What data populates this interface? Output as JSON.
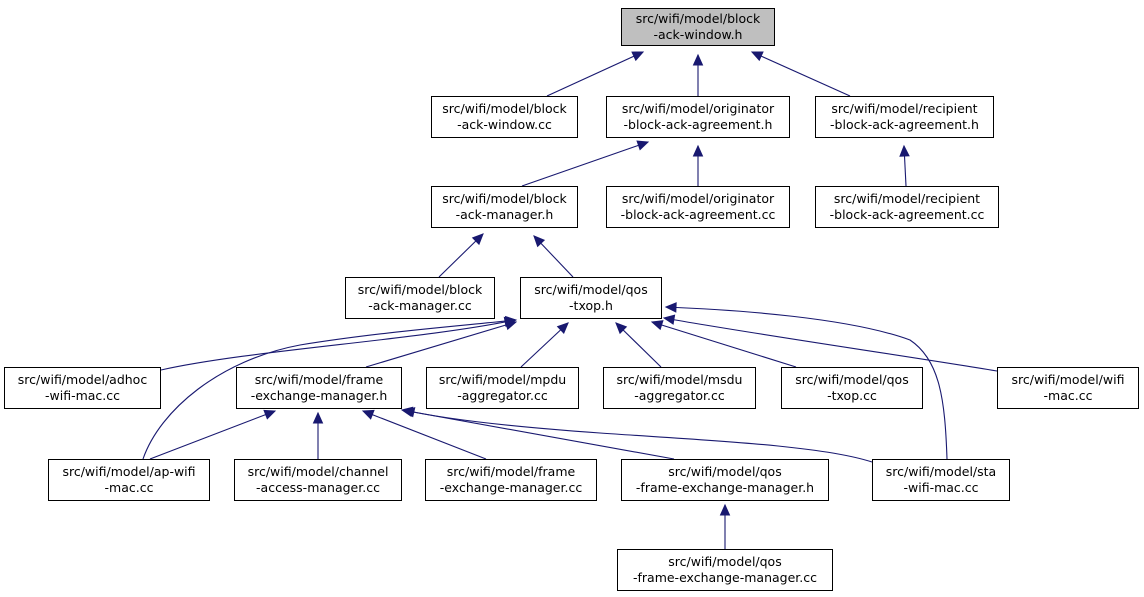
{
  "graph": {
    "edge_color": "#191970",
    "root_fill": "#bfbfbf",
    "nodes": [
      {
        "id": "n0",
        "name": "block-ack-window-h",
        "lines": [
          "src/wifi/model/block",
          "-ack-window.h"
        ],
        "root": true
      },
      {
        "id": "n1",
        "name": "block-ack-window-cc",
        "lines": [
          "src/wifi/model/block",
          "-ack-window.cc"
        ]
      },
      {
        "id": "n2",
        "name": "originator-block-ack-agreement-h",
        "lines": [
          "src/wifi/model/originator",
          "-block-ack-agreement.h"
        ]
      },
      {
        "id": "n3",
        "name": "recipient-block-ack-agreement-h",
        "lines": [
          "src/wifi/model/recipient",
          "-block-ack-agreement.h"
        ]
      },
      {
        "id": "n4",
        "name": "block-ack-manager-h",
        "lines": [
          "src/wifi/model/block",
          "-ack-manager.h"
        ]
      },
      {
        "id": "n5",
        "name": "originator-block-ack-agreement-cc",
        "lines": [
          "src/wifi/model/originator",
          "-block-ack-agreement.cc"
        ]
      },
      {
        "id": "n6",
        "name": "recipient-block-ack-agreement-cc",
        "lines": [
          "src/wifi/model/recipient",
          "-block-ack-agreement.cc"
        ]
      },
      {
        "id": "n7",
        "name": "block-ack-manager-cc",
        "lines": [
          "src/wifi/model/block",
          "-ack-manager.cc"
        ]
      },
      {
        "id": "n8",
        "name": "qos-txop-h",
        "lines": [
          "src/wifi/model/qos",
          "-txop.h"
        ]
      },
      {
        "id": "n9",
        "name": "adhoc-wifi-mac-cc",
        "lines": [
          "src/wifi/model/adhoc",
          "-wifi-mac.cc"
        ]
      },
      {
        "id": "n10",
        "name": "frame-exchange-manager-h",
        "lines": [
          "src/wifi/model/frame",
          "-exchange-manager.h"
        ]
      },
      {
        "id": "n11",
        "name": "mpdu-aggregator-cc",
        "lines": [
          "src/wifi/model/mpdu",
          "-aggregator.cc"
        ]
      },
      {
        "id": "n12",
        "name": "msdu-aggregator-cc",
        "lines": [
          "src/wifi/model/msdu",
          "-aggregator.cc"
        ]
      },
      {
        "id": "n13",
        "name": "qos-txop-cc",
        "lines": [
          "src/wifi/model/qos",
          "-txop.cc"
        ]
      },
      {
        "id": "n14",
        "name": "wifi-mac-cc",
        "lines": [
          "src/wifi/model/wifi",
          "-mac.cc"
        ]
      },
      {
        "id": "n15",
        "name": "ap-wifi-mac-cc",
        "lines": [
          "src/wifi/model/ap-wifi",
          "-mac.cc"
        ]
      },
      {
        "id": "n16",
        "name": "channel-access-manager-cc",
        "lines": [
          "src/wifi/model/channel",
          "-access-manager.cc"
        ]
      },
      {
        "id": "n17",
        "name": "frame-exchange-manager-cc",
        "lines": [
          "src/wifi/model/frame",
          "-exchange-manager.cc"
        ]
      },
      {
        "id": "n18",
        "name": "qos-frame-exchange-manager-h",
        "lines": [
          "src/wifi/model/qos",
          "-frame-exchange-manager.h"
        ]
      },
      {
        "id": "n19",
        "name": "sta-wifi-mac-cc",
        "lines": [
          "src/wifi/model/sta",
          "-wifi-mac.cc"
        ]
      },
      {
        "id": "n20",
        "name": "qos-frame-exchange-manager-cc",
        "lines": [
          "src/wifi/model/qos",
          "-frame-exchange-manager.cc"
        ]
      }
    ],
    "edges": [
      {
        "from": "n1",
        "to": "n0"
      },
      {
        "from": "n2",
        "to": "n0"
      },
      {
        "from": "n3",
        "to": "n0"
      },
      {
        "from": "n4",
        "to": "n2"
      },
      {
        "from": "n5",
        "to": "n2"
      },
      {
        "from": "n6",
        "to": "n3"
      },
      {
        "from": "n7",
        "to": "n4"
      },
      {
        "from": "n8",
        "to": "n4"
      },
      {
        "from": "n9",
        "to": "n8"
      },
      {
        "from": "n10",
        "to": "n8"
      },
      {
        "from": "n11",
        "to": "n8"
      },
      {
        "from": "n12",
        "to": "n8"
      },
      {
        "from": "n13",
        "to": "n8"
      },
      {
        "from": "n14",
        "to": "n8"
      },
      {
        "from": "n15",
        "to": "n8"
      },
      {
        "from": "n19",
        "to": "n8"
      },
      {
        "from": "n15",
        "to": "n10"
      },
      {
        "from": "n16",
        "to": "n10"
      },
      {
        "from": "n17",
        "to": "n10"
      },
      {
        "from": "n18",
        "to": "n10"
      },
      {
        "from": "n19",
        "to": "n10"
      },
      {
        "from": "n20",
        "to": "n18"
      }
    ]
  }
}
